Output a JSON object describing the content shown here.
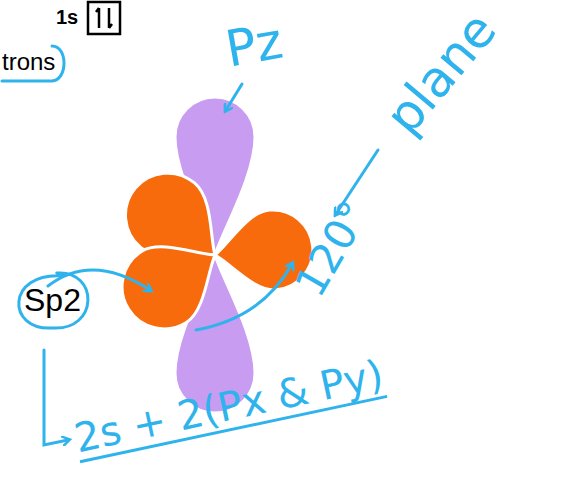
{
  "diagram": {
    "nodes": [
      {
        "text": [
          "trons"
        ]
      },
      {
        "text": [
          "Sp2"
        ]
      }
    ],
    "labels": [
      "1s",
      "Pz",
      "plane",
      "120°",
      "2s + 2(Px & Py)"
    ]
  }
}
